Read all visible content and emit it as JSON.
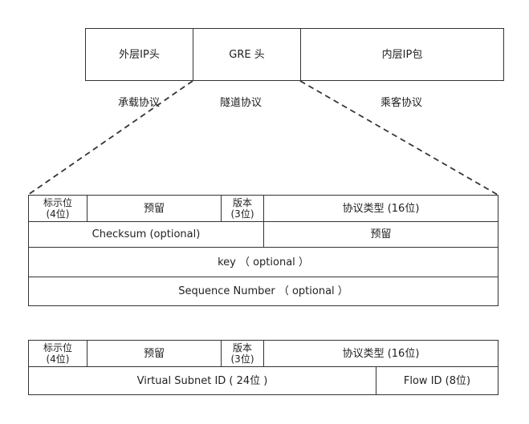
{
  "packet": {
    "outer_ip": "外层IP头",
    "gre_header": "GRE 头",
    "inner_ip": "内层IP包",
    "carrier_protocol": "承载协议",
    "tunnel_protocol": "隧道协议",
    "passenger_protocol": "乘客协议"
  },
  "gre_format": {
    "flags": "标示位\n(4位)",
    "reserved": "预留",
    "version": "版本\n(3位)",
    "protocol_type": "协议类型 (16位)",
    "checksum": "Checksum (optional)",
    "reserved2": "预留",
    "key": "key （ optional ）",
    "sequence": "Sequence Number （ optional ）"
  },
  "nvgre_format": {
    "flags": "标示位\n(4位)",
    "reserved": "预留",
    "version": "版本\n(3位)",
    "protocol_type": "协议类型 (16位)",
    "vsid": "Virtual Subnet ID ( 24位 )",
    "flow_id": "Flow ID (8位)"
  }
}
